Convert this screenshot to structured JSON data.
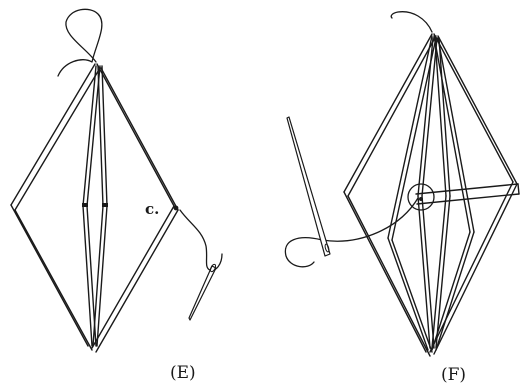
{
  "figure": {
    "panel_e": {
      "caption": "(E)",
      "point_label": "c."
    },
    "panel_f": {
      "caption": "(F)"
    }
  }
}
